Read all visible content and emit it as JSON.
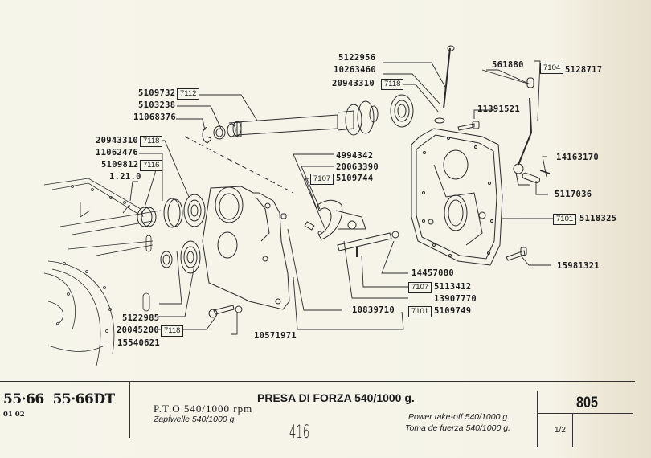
{
  "diagram": {
    "title": "PTO exploded parts diagram",
    "part_labels": [
      {
        "id": "p1",
        "number": "5122956"
      },
      {
        "id": "p2",
        "number": "10263460"
      },
      {
        "id": "p3",
        "number": "20943310"
      },
      {
        "id": "p4",
        "number": "561880"
      },
      {
        "id": "p5",
        "number": "5128717"
      },
      {
        "id": "p6",
        "number": "11391521"
      },
      {
        "id": "p7",
        "number": "5109732"
      },
      {
        "id": "p8",
        "number": "5103238"
      },
      {
        "id": "p9",
        "number": "11068376"
      },
      {
        "id": "p10",
        "number": "20943310"
      },
      {
        "id": "p11",
        "number": "11062476"
      },
      {
        "id": "p12",
        "number": "5109812"
      },
      {
        "id": "p13",
        "number": "1.21.0"
      },
      {
        "id": "p14",
        "number": "4994342"
      },
      {
        "id": "p15",
        "number": "20063390"
      },
      {
        "id": "p16",
        "number": "5109744"
      },
      {
        "id": "p17",
        "number": "14163170"
      },
      {
        "id": "p18",
        "number": "5117036"
      },
      {
        "id": "p19",
        "number": "5118325"
      },
      {
        "id": "p20",
        "number": "15981321"
      },
      {
        "id": "p21",
        "number": "14457080"
      },
      {
        "id": "p22",
        "number": "5113412"
      },
      {
        "id": "p23",
        "number": "13907770"
      },
      {
        "id": "p24",
        "number": "10839710"
      },
      {
        "id": "p25",
        "number": "5109749"
      },
      {
        "id": "p26",
        "number": "5122985"
      },
      {
        "id": "p27",
        "number": "20045200"
      },
      {
        "id": "p28",
        "number": "15540621"
      },
      {
        "id": "p29",
        "number": "10571971"
      }
    ],
    "group_codes": [
      {
        "id": "g1",
        "code": "7118"
      },
      {
        "id": "g2",
        "code": "7104"
      },
      {
        "id": "g3",
        "code": "7112"
      },
      {
        "id": "g4",
        "code": "7118"
      },
      {
        "id": "g5",
        "code": "7116"
      },
      {
        "id": "g6",
        "code": "7107"
      },
      {
        "id": "g7",
        "code": "7101"
      },
      {
        "id": "g8",
        "code": "7107"
      },
      {
        "id": "g9",
        "code": "7101"
      },
      {
        "id": "g10",
        "code": "7118"
      }
    ]
  },
  "footer": {
    "model": "55·66",
    "model_dt": "55·66",
    "model_dt_suffix": "DT",
    "model_code": "01 02",
    "title_it": "PRESA DI FORZA 540/1000 g.",
    "title_en": "P.T.O 540/1000 rpm",
    "title_de": "Zapfwelle 540/1000 g.",
    "title_pto": "Power take-off 540/1000 g.",
    "title_es": "Toma de fuerza 540/1000 g.",
    "handwritten": "416",
    "page_number": "805",
    "sheet": "1/2"
  }
}
